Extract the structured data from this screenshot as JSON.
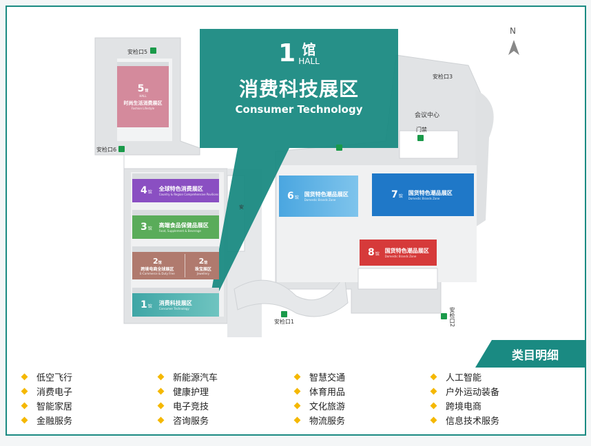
{
  "callout": {
    "hall_num": "1",
    "hall_char": "馆",
    "hall_en": "HALL",
    "title_cn": "消费科技展区",
    "title_en": "Consumer Technology"
  },
  "north": "N",
  "halls": [
    {
      "id": "5",
      "cn": "时尚生活消费展区",
      "en": "Fashion Lifestyle"
    },
    {
      "id": "4",
      "cn": "全球特色消费展区",
      "en": "Country & Region Comprehensive Pavilions"
    },
    {
      "id": "3",
      "cn": "高端食品保健品展区",
      "en": "Food, Supplement & Beverage"
    },
    {
      "id": "2a",
      "num": "2",
      "cn": "跨境电商全球展区",
      "en": "E-Commerce & Duty Free"
    },
    {
      "id": "2b",
      "num": "2",
      "cn": "珠宝展区",
      "en": "Jewellery"
    },
    {
      "id": "1",
      "cn": "消费科技展区",
      "en": "Consumer Technology"
    },
    {
      "id": "6",
      "cn": "国货特色潮品展区",
      "en": "Domestic Brands Zone"
    },
    {
      "id": "7",
      "cn": "国货特色潮品展区",
      "en": "Domestic Brands Zone"
    },
    {
      "id": "8",
      "cn": "国货特色潮品展区",
      "en": "Domestic Brands Zone"
    }
  ],
  "hall_char": "馆",
  "hall_en": "HALL",
  "labels": {
    "gate5": "安检口5",
    "gate6": "安检口6",
    "gate3": "安检口3",
    "gate1": "安检口1",
    "gate2": "安检口2",
    "meeting": "会议中心",
    "door": "门禁",
    "an": "安"
  },
  "legend": {
    "title": "类目明细",
    "items": [
      [
        "低空飞行",
        "新能源汽车",
        "智慧交通",
        "人工智能"
      ],
      [
        "消费电子",
        "健康护理",
        "体育用品",
        "户外运动装备"
      ],
      [
        "智能家居",
        "电子竞技",
        "文化旅游",
        "跨境电商"
      ],
      [
        "金融服务",
        "咨询服务",
        "物流服务",
        "信息技术服务"
      ]
    ]
  },
  "colors": {
    "teal": "#1a8a82",
    "hall5": "#d48a9c",
    "hall4": "#8a4fc2",
    "hall3": "#5aac5a",
    "hall2": "#b07a6e",
    "hall1": "#3a9c9c",
    "hall6": "#4aa6e0",
    "hall7": "#1f78c8",
    "hall8": "#d63a3a",
    "diamond": "#f5b800"
  }
}
